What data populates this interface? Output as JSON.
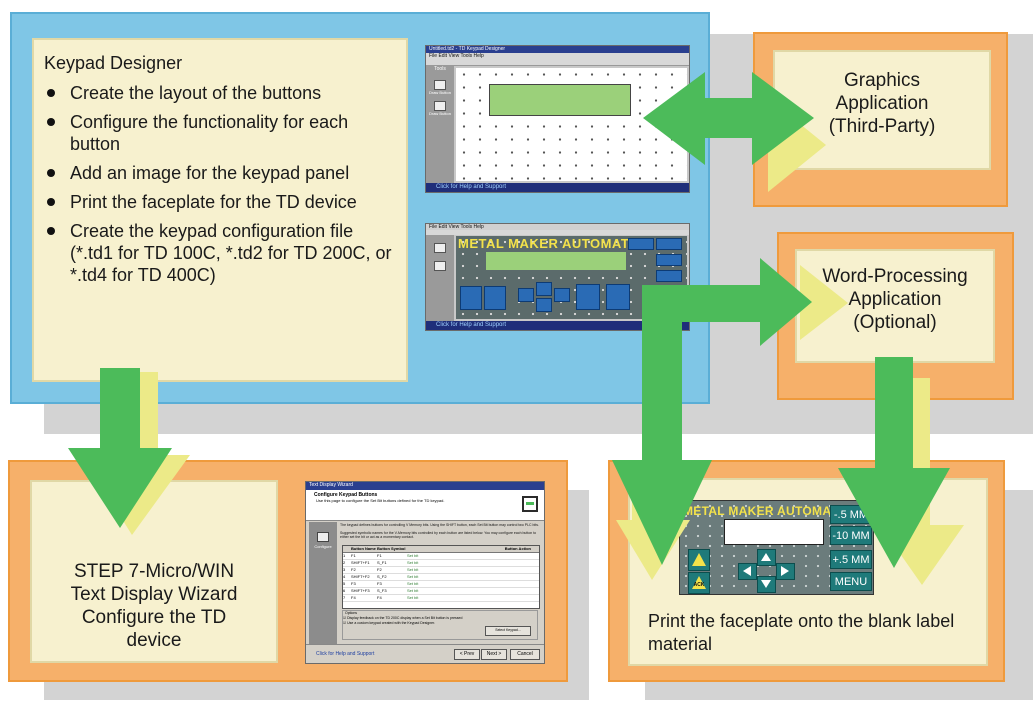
{
  "keypad_designer": {
    "title": "Keypad Designer",
    "bullets": [
      "Create the layout of the buttons",
      "Configure the functionality for each button",
      "Add an image for the keypad panel",
      "Print the faceplate for the TD device",
      "Create the keypad configuration file (*.td1 for TD 100C, *.td2 for TD 200C, or *.td4 for TD 400C)"
    ]
  },
  "graphics_app": {
    "line1": "Graphics",
    "line2": "Application",
    "line3": "(Third-Party)"
  },
  "word_app": {
    "line1": "Word-Processing",
    "line2": "Application",
    "line3": "(Optional)"
  },
  "step7": {
    "line1": "STEP 7-Micro/WIN",
    "line2": "Text Display Wizard",
    "line3": "Configure the TD",
    "line4": "device"
  },
  "faceplate": {
    "text": "Print the faceplate onto the blank label material"
  },
  "screens": {
    "designer": {
      "title": "Untitled.td2 - TD Keypad Designer",
      "menu": "File  Edit  View  Tools  Help",
      "tools_label": "Tools",
      "tool1": "Draw Button",
      "tool2": "Draw Button",
      "status": "Click for Help and Support"
    },
    "image_editor": {
      "menu": "File  Edit  View  Tools  Help",
      "banner": "METAL MAKER AUTOMATE",
      "status": "Click for Help and Support"
    },
    "wizard": {
      "title": "Text Display Wizard",
      "heading": "Configure Keypad Buttons",
      "subheading": "Use this page to configure the Set Bit buttons defined for the TD keypad.",
      "side_label": "Configure",
      "para1": "The keypad defines buttons for controlling V Memory bits. Using the SHIFT button, each Set Bit button may control two PLC bits.",
      "para2": "Suggested symbolic names for the V-Memory bits controlled by each button are listed below. You may configure each button to either set the bit or act as a momentary contact.",
      "table_headers": [
        "Button Name",
        "Button Symbol",
        "Button Action"
      ],
      "table_rows": [
        [
          "1",
          "F1",
          "F1",
          "Set bit"
        ],
        [
          "2",
          "SHIFT+F1",
          "S_F1",
          "Set bit"
        ],
        [
          "3",
          "F2",
          "F2",
          "Set bit"
        ],
        [
          "4",
          "SHIFT+F2",
          "S_F2",
          "Set bit"
        ],
        [
          "5",
          "F3",
          "F3",
          "Set bit"
        ],
        [
          "6",
          "SHIFT+F3",
          "S_F3",
          "Set bit"
        ],
        [
          "7",
          "F4",
          "F4",
          "Set bit"
        ]
      ],
      "options_label": "Options",
      "option1": "Display feedback on the TD 200C display when a Set Bit button is pressed",
      "option2": "Use a custom keypad created with the Keypad Designer.",
      "select_button": "Select Keypad...",
      "help": "Click for Help and Support",
      "btn_prev": "< Prev",
      "btn_next": "Next >",
      "btn_cancel": "Cancel"
    },
    "faceplate_img": {
      "banner": "METAL MAKER AUTOMATE",
      "btn1": "-.5 MM",
      "btn2": "-10 MM",
      "btn3": "+.5 MM",
      "btn4": "MENU",
      "ack": "ACK"
    }
  },
  "colors": {
    "blue_panel": "#7fc6e6",
    "orange_panel": "#f6b06a",
    "cream": "#f7f1cf",
    "arrow_green": "#4cbb5a",
    "arrow_yellow": "#ecea88"
  }
}
